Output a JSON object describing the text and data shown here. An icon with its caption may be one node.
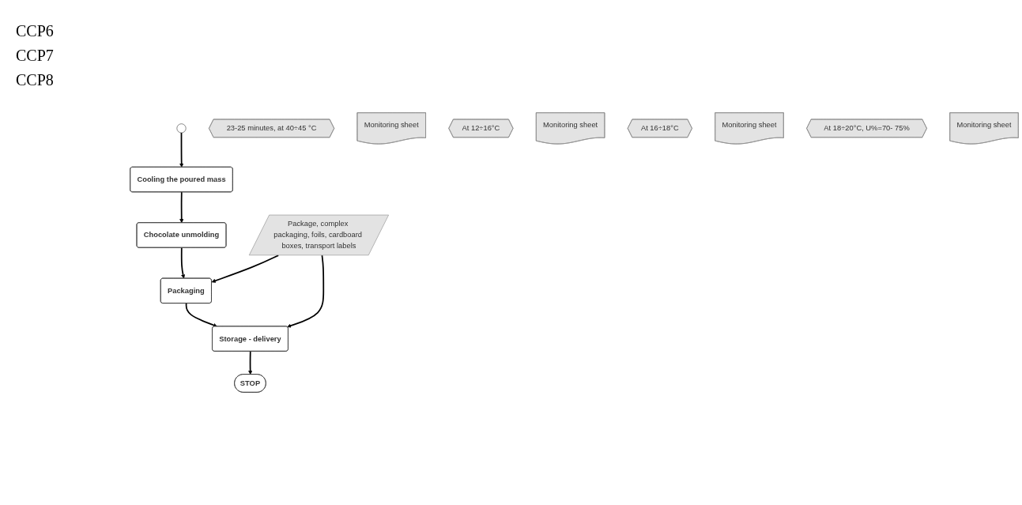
{
  "diagram": {
    "nodes": [
      {
        "text": [],
        "shape": "circle"
      },
      {
        "text": [
          "Cooling the poured mass"
        ]
      },
      {
        "text": [
          "23-25 minutes, at 40÷45 °C"
        ]
      },
      {
        "text": [
          "Monitoring sheet"
        ]
      },
      {
        "text": [
          "Chocolate unmolding"
        ]
      },
      {
        "text": [
          "At 12÷16°C"
        ]
      },
      {
        "text": [
          "Monitoring sheet"
        ]
      },
      {
        "text": [
          "Package, complex packaging, foils, cardboard boxes, transport labels"
        ]
      },
      {
        "text": [
          "Packaging"
        ]
      },
      {
        "text": [
          "At 16÷18°C"
        ]
      },
      {
        "text": [
          "Monitoring sheet"
        ]
      },
      {
        "text": [
          "Storage - delivery"
        ]
      },
      {
        "text": [
          "At 18÷20°C, U%=70- 75%"
        ]
      },
      {
        "text": [
          "Monitoring sheet"
        ]
      },
      {
        "text": [
          "STOP"
        ]
      }
    ],
    "edges": [
      {
        "from": 0,
        "to": 1,
        "arrow": "to"
      },
      {
        "from": 1,
        "to": 4,
        "arrow": "to"
      },
      {
        "from": 4,
        "to": 8,
        "arrow": "to"
      },
      {
        "from": 7,
        "to": 8,
        "arrow": "to"
      },
      {
        "from": 8,
        "to": 11,
        "arrow": "to"
      },
      {
        "from": 7,
        "to": 11,
        "arrow": "to"
      },
      {
        "from": 11,
        "to": 14,
        "arrow": "to"
      }
    ],
    "labels": [
      "CCP6",
      "CCP7",
      "CCP8"
    ]
  }
}
